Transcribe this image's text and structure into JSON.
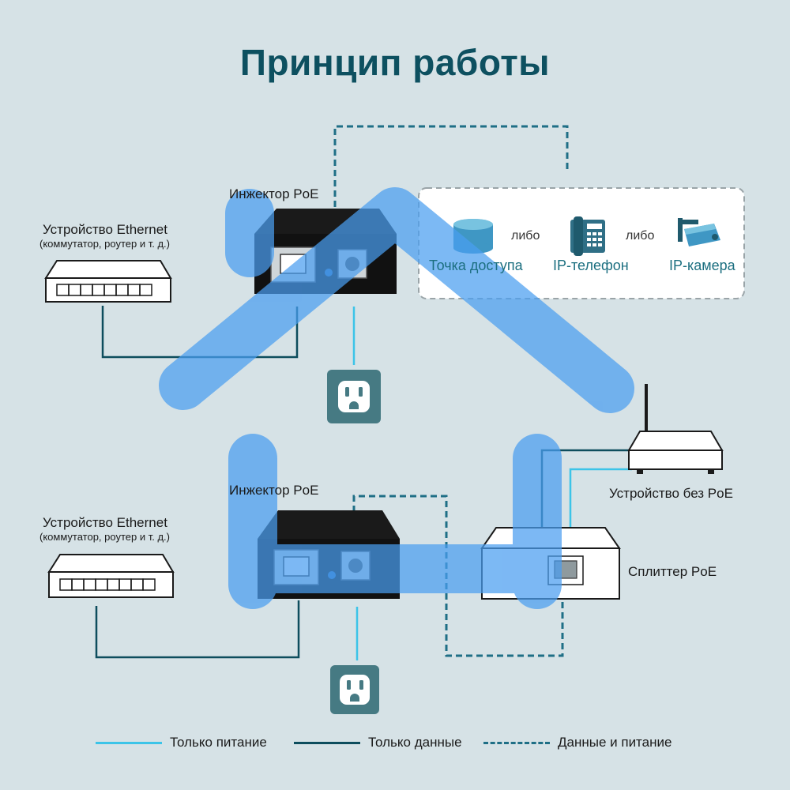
{
  "title": "Принцип работы",
  "colors": {
    "power_only": "#3cc4e8",
    "data_only": "#0d4d5d",
    "data_and_power": "#1f6f86",
    "highlight": "#4a9ef0",
    "outlet_bg": "#467a83"
  },
  "top_scenario": {
    "injector_label": "Инжектор PoE",
    "ethernet_label": "Устройство Ethernet",
    "ethernet_sublabel": "(коммутатор, роутер и т. д.)",
    "devices": [
      {
        "label": "Точка доступа",
        "icon": "access-point-icon"
      },
      {
        "label": "IP-телефон",
        "icon": "ip-phone-icon"
      },
      {
        "label": "IP-камера",
        "icon": "ip-camera-icon"
      }
    ],
    "or_text": "либо"
  },
  "bottom_scenario": {
    "injector_label": "Инжектор PoE",
    "ethernet_label": "Устройство Ethernet",
    "ethernet_sublabel": "(коммутатор, роутер и т. д.)",
    "non_poe_label": "Устройство без PoE",
    "splitter_label": "Сплиттер PoE"
  },
  "legend": [
    {
      "label": "Только питание",
      "style": "solid-light"
    },
    {
      "label": "Только данные",
      "style": "solid-dark"
    },
    {
      "label": "Данные и питание",
      "style": "dashed"
    }
  ]
}
